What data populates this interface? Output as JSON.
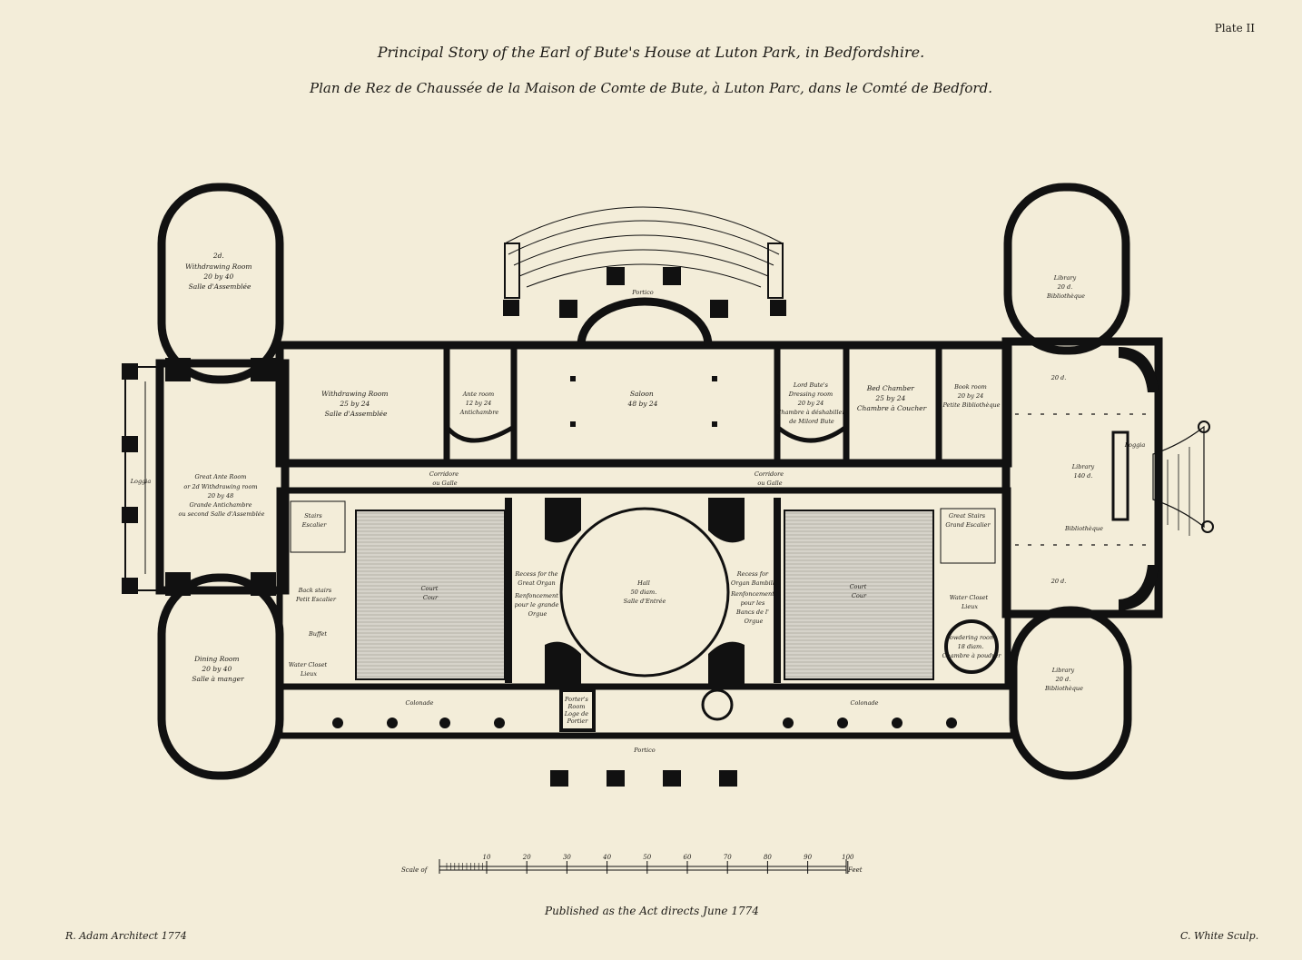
{
  "plate_number": "Plate II",
  "title_english": "Principal Story of the Earl of Bute's House at Luton Park, in Bedfordshire.",
  "title_french": "Plan de Rez de Chaussée de la Maison de Comte de Bute, à Luton Parc, dans le Comté de Bedford.",
  "rooms": {
    "west_drawing": [
      "2d.",
      "Withdrawing Room",
      "20 by 40",
      "Salle d'Assemblée"
    ],
    "withdrawing": [
      "Withdrawing Room",
      "25 by 24",
      "Salle d'Assemblée"
    ],
    "anteroom": [
      "Ante room",
      "12 by 24",
      "Antichambre"
    ],
    "saloon": [
      "Saloon",
      "48 by 24"
    ],
    "lord_bute_dressing": [
      "Lord Bute's",
      "Dressing room",
      "20 by 24",
      "Chambre à déshabiller",
      "de Milord Bute"
    ],
    "bedchamber": [
      "Bed Chamber",
      "25 by 24",
      "Chambre à Coucher"
    ],
    "bookroom": [
      "Book room",
      "20 by 24",
      "Petite Bibliothèque"
    ],
    "library_top": [
      "Library",
      "20 d.",
      "Bibliothèque"
    ],
    "library_mid": [
      "Library",
      "140 d.",
      "Bibliothèque"
    ],
    "library_bottom": [
      "Library",
      "20 d.",
      "Bibliothèque"
    ],
    "library_dim_top": "20 d.",
    "library_dim_bottom": "20 d.",
    "great_anteroom": [
      "Great Ante Room",
      "or 2d Withdrawing room",
      "20 by 48",
      "Grande Antichambre",
      "ou second Salle d'Assemblée"
    ],
    "loggia_west": "Loggia",
    "loggia_east": "Loggia",
    "portico": "Portico",
    "corridor_west": [
      "Corridore",
      "ou Galle"
    ],
    "corridor_east": [
      "Corridore",
      "ou Galle"
    ],
    "court_west": [
      "Court",
      "Cour"
    ],
    "court_east": [
      "Court",
      "Cour"
    ],
    "hall": [
      "Hall",
      "50 diam.",
      "Salle d'Entrée"
    ],
    "recess_west": [
      "Recess for the",
      "Great Organ",
      "Renfoncement",
      "pour le grande",
      "Orgue"
    ],
    "recess_east": [
      "Recess for",
      "Organ Bambill",
      "Renfoncement",
      "pour les",
      "Bancs de l'",
      "Orgue"
    ],
    "stair_west": [
      "Stairs",
      "Escalier"
    ],
    "stair_east": [
      "Great Stairs",
      "Grand Escalier"
    ],
    "back_stairs": [
      "Back stairs",
      "Petit Escalier"
    ],
    "buffet": "Buffet",
    "wc_west": [
      "Water Closet",
      "Lieux"
    ],
    "wc_east": [
      "Water Closet",
      "Lieux"
    ],
    "powdering": [
      "Powdering room",
      "18 diam.",
      "Chambre à poudrer"
    ],
    "porters_room": [
      "Porter's",
      "Room",
      "Loge de",
      "Portier"
    ],
    "dining": [
      "Dining Room",
      "20 by 40",
      "Salle à manger"
    ],
    "colonade_west": "Colonade",
    "colonade_east": "Colonade",
    "portico_south": "Portico"
  },
  "scale": {
    "label": "Scale of",
    "unit": "Feet",
    "marks": [
      "10",
      "20",
      "30",
      "40",
      "50",
      "60",
      "70",
      "80",
      "90",
      "100"
    ]
  },
  "published": "Published as the Act directs June 1774",
  "architect": "R. Adam Architect 1774",
  "engraver": "C. White Sculp."
}
